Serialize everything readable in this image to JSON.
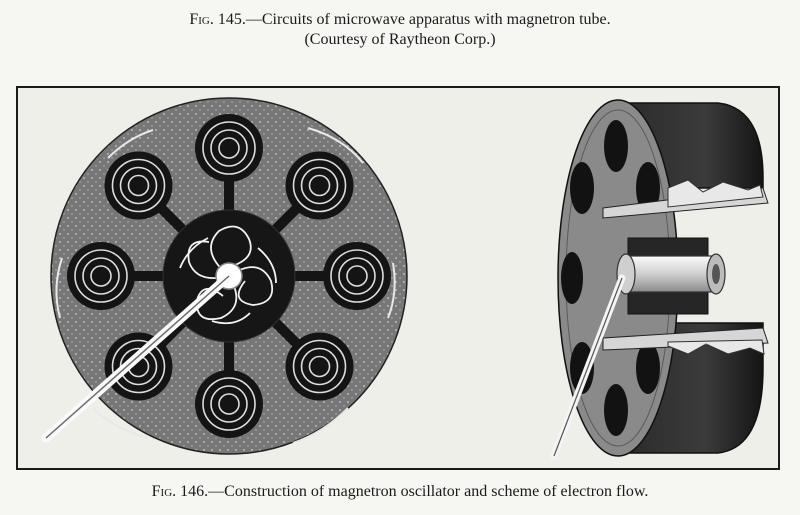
{
  "top_caption": {
    "fig_label": "Fig. 145.",
    "text": "—Circuits of microwave apparatus with magnetron tube.",
    "courtesy": "(Courtesy of Raytheon Corp.)"
  },
  "bottom_caption": {
    "fig_label": "Fig. 146.",
    "text": "—Construction of magnetron oscillator and scheme of electron flow."
  },
  "colors": {
    "paper": "#f6f6f3",
    "ink": "#1a1a1a",
    "anode_gray": "#7a7a7a",
    "cavity_dark": "#141414"
  }
}
